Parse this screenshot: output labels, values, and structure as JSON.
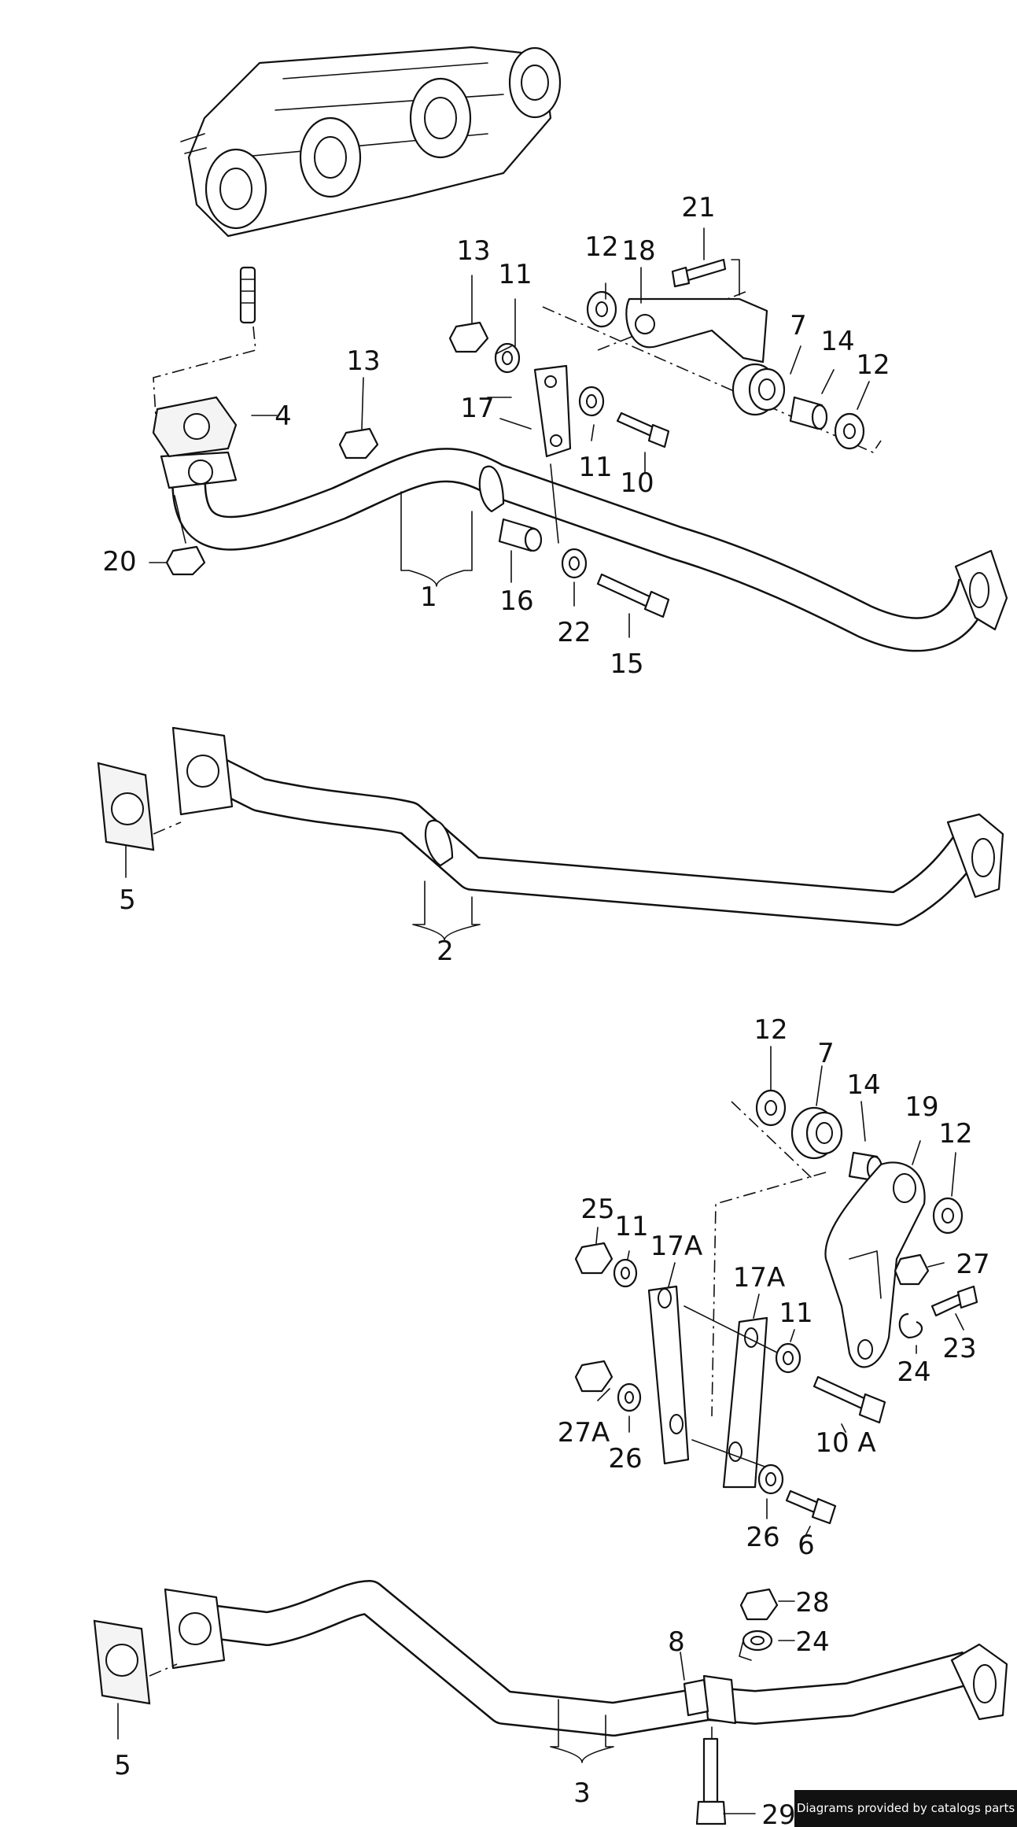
{
  "credit": "Diagrams provided by catalogs parts",
  "callouts": {
    "c1": "1",
    "c2": "2",
    "c3": "3",
    "c4": "4",
    "c5a": "5",
    "c5b": "5",
    "c6": "6",
    "c7a": "7",
    "c7b": "7",
    "c8": "8",
    "c10": "10",
    "c10a": "10 A",
    "c11a": "11",
    "c11b": "11",
    "c11c": "11",
    "c11d": "11",
    "c12a": "12",
    "c12b": "12",
    "c12c": "12",
    "c12d": "12",
    "c13a": "13",
    "c13b": "13",
    "c14a": "14",
    "c14b": "14",
    "c15": "15",
    "c16": "16",
    "c17": "17",
    "c17a1": "17A",
    "c17a2": "17A",
    "c18": "18",
    "c19": "19",
    "c20": "20",
    "c21": "21",
    "c22": "22",
    "c23": "23",
    "c24a": "24",
    "c24b": "24",
    "c25": "25",
    "c26a": "26",
    "c26b": "26",
    "c27": "27",
    "c27a": "27A",
    "c28": "28",
    "c29": "29"
  }
}
